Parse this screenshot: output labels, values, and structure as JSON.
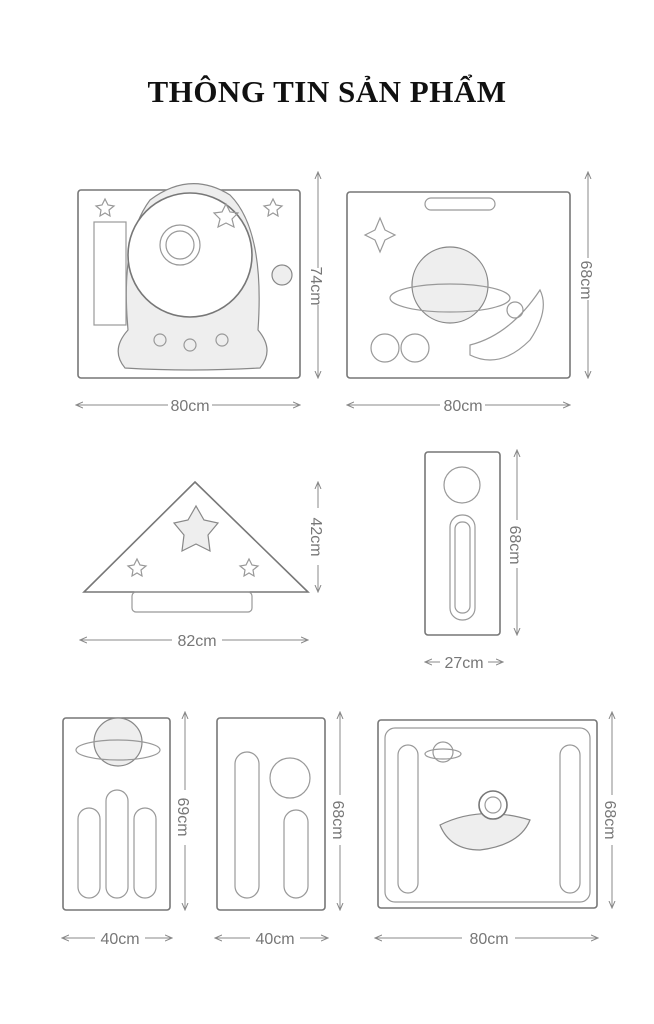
{
  "title": "THÔNG TIN SẢN PHẨM",
  "panels": [
    {
      "name": "rocket-door-panel",
      "width": "80cm",
      "height": "74cm"
    },
    {
      "name": "planet-panel",
      "width": "80cm",
      "height": "68cm"
    },
    {
      "name": "triangle-corner-panel",
      "width": "82cm",
      "height": "42cm"
    },
    {
      "name": "narrow-panel",
      "width": "27cm",
      "height": "68cm"
    },
    {
      "name": "planet-slot-panel",
      "width": "40cm",
      "height": "69cm"
    },
    {
      "name": "moon-slot-panel",
      "width": "40cm",
      "height": "68cm"
    },
    {
      "name": "astronaut-rocket-panel",
      "width": "80cm",
      "height": "68cm"
    }
  ]
}
